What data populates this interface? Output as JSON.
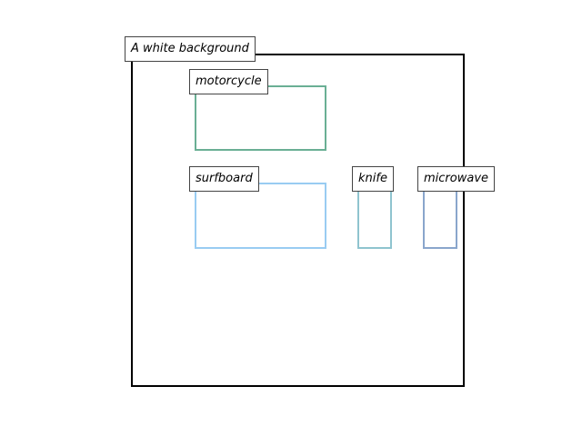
{
  "scene": {
    "background_label": "A white background",
    "frame_color": "#000000"
  },
  "objects": [
    {
      "id": "motorcycle",
      "label": "motorcycle",
      "color": "#6aaf94"
    },
    {
      "id": "surfboard",
      "label": "surfboard",
      "color": "#99ccf2"
    },
    {
      "id": "knife",
      "label": "knife",
      "color": "#8fc4cf"
    },
    {
      "id": "microwave",
      "label": "microwave",
      "color": "#8aa6cc"
    }
  ]
}
